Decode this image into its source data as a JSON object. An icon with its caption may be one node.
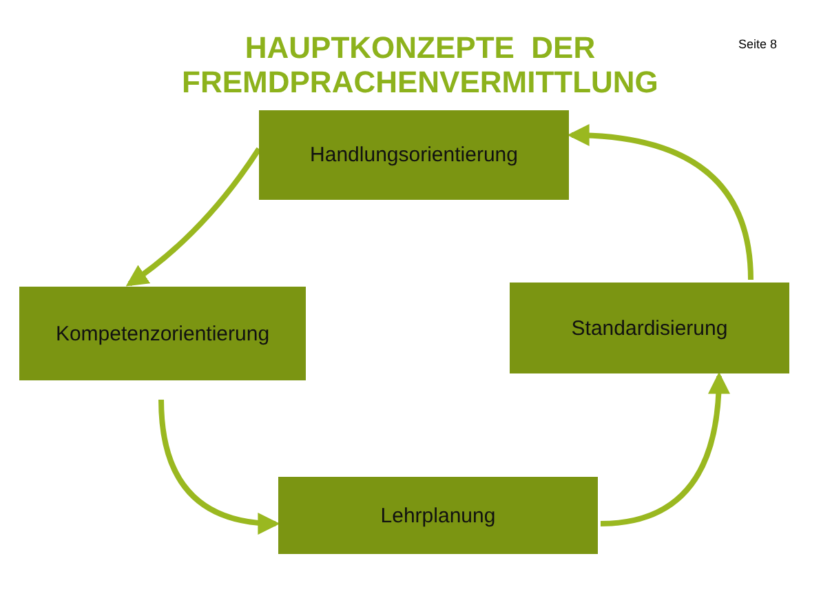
{
  "diagram": {
    "title": "HAUPTKONZEPTE  DER FREMDPRACHENVERMITTLUNG",
    "nodes": [
      {
        "text": [
          "Handlungsorientierung"
        ]
      },
      {
        "text": [
          "Kompetenzorientierung"
        ]
      },
      {
        "text": [
          "Lehrplanung"
        ]
      },
      {
        "text": [
          "Standardisierung"
        ]
      }
    ],
    "edges": [
      {
        "from": 0,
        "to": 1,
        "arrow": "to"
      },
      {
        "from": 1,
        "to": 2,
        "arrow": "to"
      },
      {
        "from": 2,
        "to": 3,
        "arrow": "to"
      },
      {
        "from": 3,
        "to": 0,
        "arrow": "to"
      }
    ],
    "labels": [
      "Seite 8"
    ]
  }
}
